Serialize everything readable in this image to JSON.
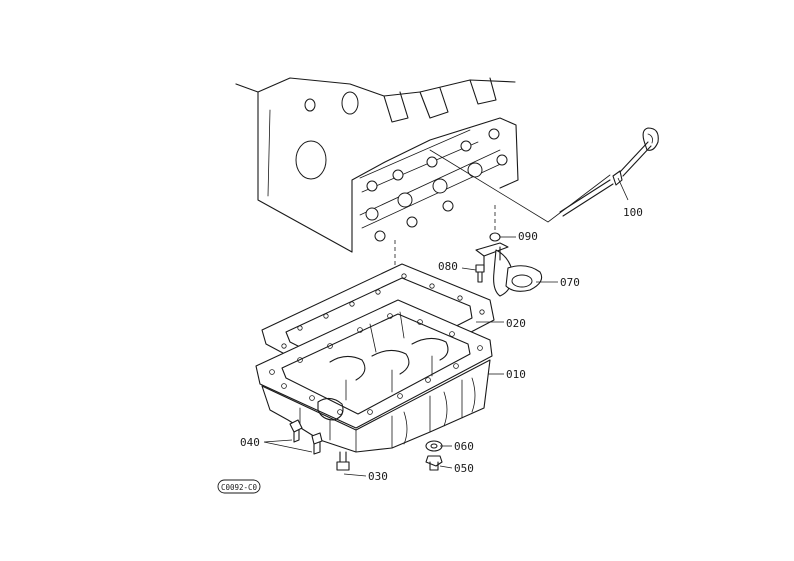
{
  "diagram": {
    "parts": [
      {
        "id": "p100",
        "number": "100",
        "name": "dipstick"
      },
      {
        "id": "p090",
        "number": "090",
        "name": "o-ring"
      },
      {
        "id": "p080",
        "number": "080",
        "name": "bolt"
      },
      {
        "id": "p070",
        "number": "070",
        "name": "dipstick-guide"
      },
      {
        "id": "p020",
        "number": "020",
        "name": "gasket"
      },
      {
        "id": "p010",
        "number": "010",
        "name": "oil-pan"
      },
      {
        "id": "p040",
        "number": "040",
        "name": "bolt"
      },
      {
        "id": "p060",
        "number": "060",
        "name": "washer"
      },
      {
        "id": "p030",
        "number": "030",
        "name": "bolt"
      },
      {
        "id": "p050",
        "number": "050",
        "name": "drain-plug"
      }
    ],
    "figure_code": "C0092-C0"
  }
}
